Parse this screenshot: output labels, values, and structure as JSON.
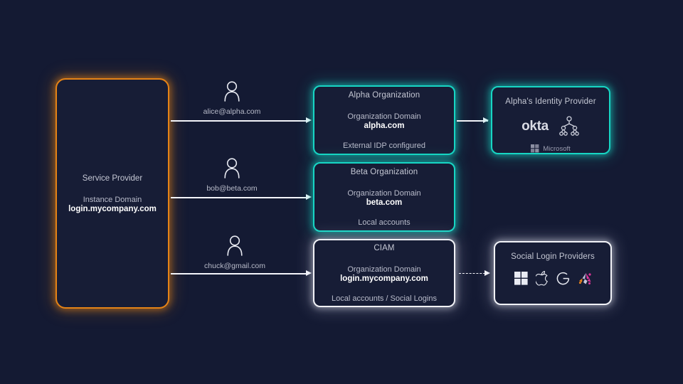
{
  "theme": {
    "background": "#141a33",
    "node_fill": "#171d36",
    "accent_orange": "#e58316",
    "accent_cyan": "#17d6c4",
    "accent_white": "#f1f2f7",
    "line": "#f4f5fa",
    "text_muted": "#b9bccb",
    "text_strong": "#ffffff"
  },
  "service_provider": {
    "title": "Service Provider",
    "domain_label": "Instance Domain",
    "domain_value": "login.mycompany.com"
  },
  "users": [
    {
      "icon": "person-icon",
      "email": "alice@alpha.com"
    },
    {
      "icon": "person-icon",
      "email": "bob@beta.com"
    },
    {
      "icon": "person-icon",
      "email": "chuck@gmail.com"
    }
  ],
  "organizations": [
    {
      "title": "Alpha Organization",
      "domain_label": "Organization Domain",
      "domain_value": "alpha.com",
      "footer": "External IDP configured"
    },
    {
      "title": "Beta Organization",
      "domain_label": "Organization Domain",
      "domain_value": "beta.com",
      "footer": "Local accounts"
    },
    {
      "title": "CIAM",
      "domain_label": "Organization Domain",
      "domain_value": "login.mycompany.com",
      "footer": "Local accounts / Social Logins"
    }
  ],
  "identity_provider": {
    "title": "Alpha's Identity Provider",
    "okta_label": "okta",
    "tree_icon": "ldap-tree-icon",
    "microsoft_label": "Microsoft",
    "microsoft_icon": "microsoft-windows-icon"
  },
  "social_providers": {
    "title": "Social  Login Providers",
    "icons": [
      "microsoft-windows-icon",
      "apple-icon",
      "google-icon",
      "other-provider-icon"
    ]
  },
  "edges": [
    {
      "name": "sp-to-alpha",
      "style": "solid"
    },
    {
      "name": "sp-to-beta",
      "style": "solid"
    },
    {
      "name": "sp-to-ciam",
      "style": "solid"
    },
    {
      "name": "alpha-to-idp",
      "style": "solid"
    },
    {
      "name": "ciam-to-social",
      "style": "dashed"
    }
  ]
}
